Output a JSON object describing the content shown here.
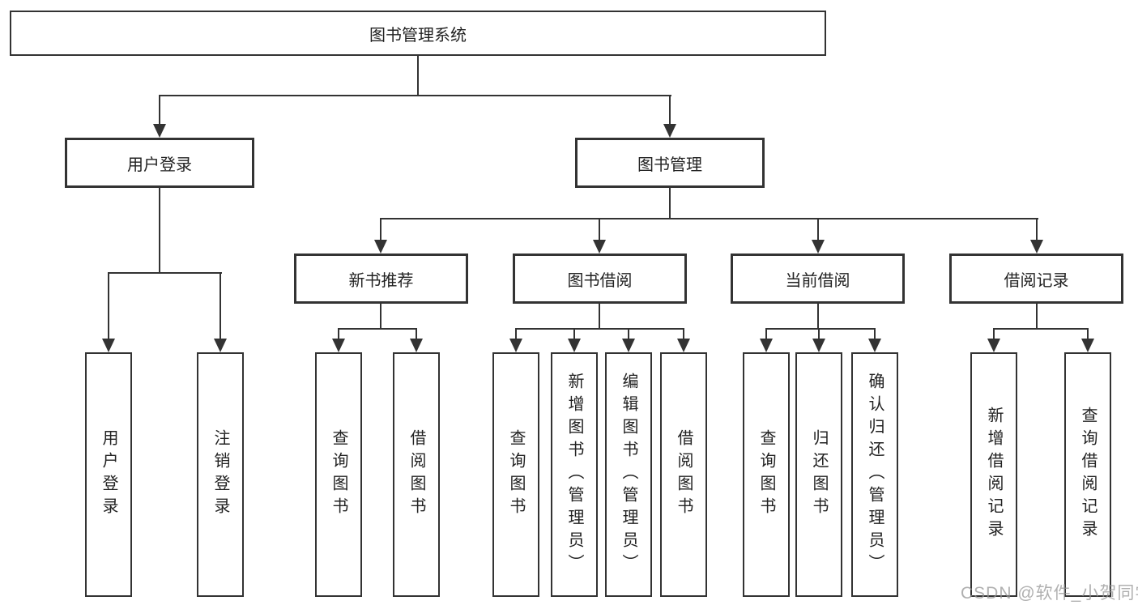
{
  "title": "图书管理系统",
  "level2": [
    {
      "label": "用户登录",
      "children": [
        "用户登录",
        "注销登录"
      ]
    },
    {
      "label": "图书管理",
      "sections": [
        {
          "label": "新书推荐",
          "children": [
            "查询图书",
            "借阅图书"
          ]
        },
        {
          "label": "图书借阅",
          "children": [
            "查询图书",
            "新增图书（管理员）",
            "编辑图书（管理员）",
            "借阅图书"
          ]
        },
        {
          "label": "当前借阅",
          "children": [
            "查询图书",
            "归还图书",
            "确认归还（管理员）"
          ]
        },
        {
          "label": "借阅记录",
          "children": [
            "新增借阅记录",
            "查询借阅记录"
          ]
        }
      ]
    }
  ],
  "watermark": "CSDN @软件_小贺同学",
  "colors": {
    "line": "#333333",
    "text": "#222222",
    "background": "#ffffff",
    "watermark_gray": "#969696"
  }
}
